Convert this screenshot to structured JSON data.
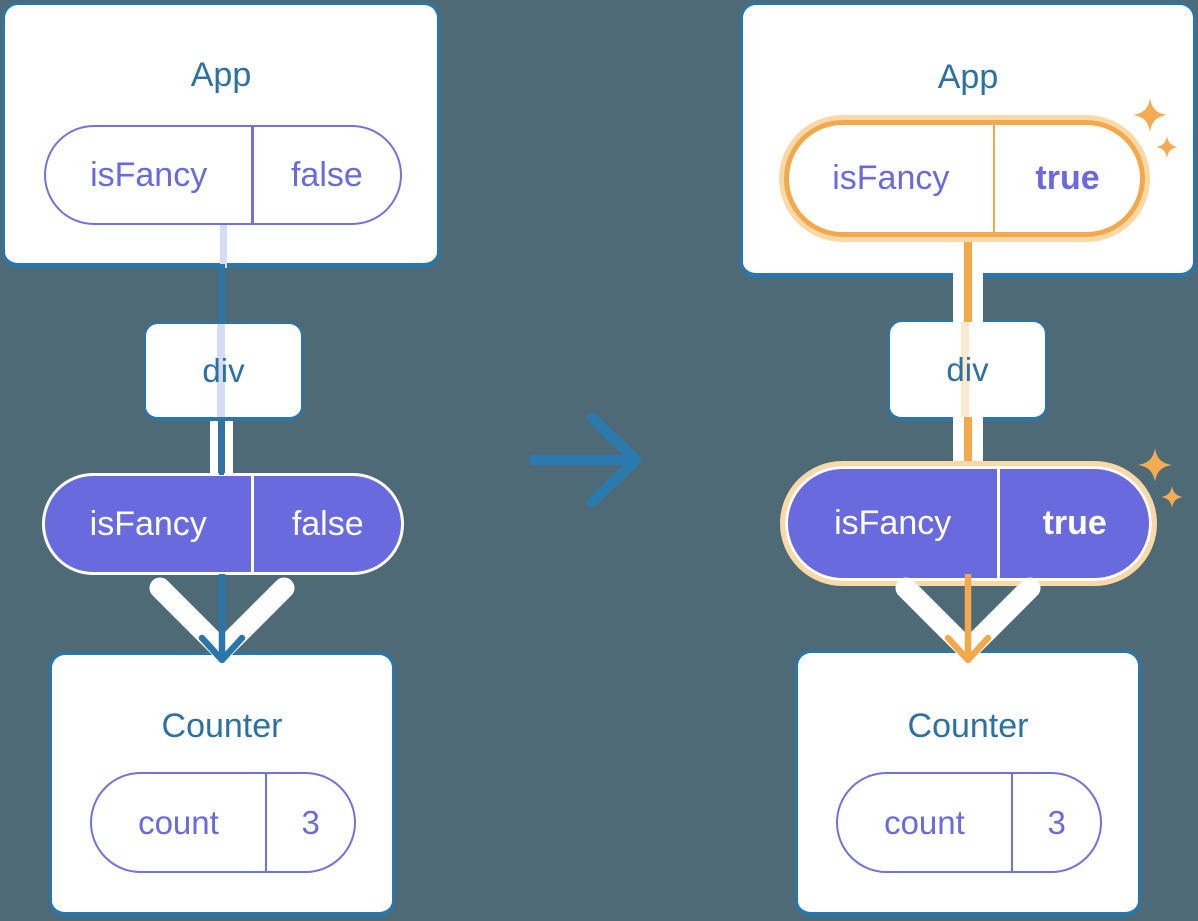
{
  "diagram": {
    "description_labels": {
      "before_app_title": "App",
      "after_app_title": "App"
    }
  },
  "colors": {
    "background": "#4E6A76",
    "teal_border": "#2B76A9",
    "heading_text": "#2C719F",
    "purple_fill": "#6A6ADF",
    "purple_outline": "#7173DC",
    "orange_highlight": "#F3A94B",
    "orange_ring_light": "#FAD9A6",
    "sparkle": "#F4AC52",
    "faint_lavender": "#D5DCF6",
    "faint_peach": "#FBEAD0",
    "card_background": "#FFFFFF"
  },
  "before": {
    "app": {
      "title": "App",
      "prop": {
        "name": "isFancy",
        "value": "false"
      }
    },
    "container": {
      "label": "div"
    },
    "passed_prop": {
      "name": "isFancy",
      "value": "false"
    },
    "counter": {
      "title": "Counter",
      "state": {
        "name": "count",
        "value": "3"
      }
    }
  },
  "after": {
    "app": {
      "title": "App",
      "prop": {
        "name": "isFancy",
        "value": "true"
      }
    },
    "container": {
      "label": "div"
    },
    "passed_prop": {
      "name": "isFancy",
      "value": "true"
    },
    "counter": {
      "title": "Counter",
      "state": {
        "name": "count",
        "value": "3"
      }
    }
  }
}
